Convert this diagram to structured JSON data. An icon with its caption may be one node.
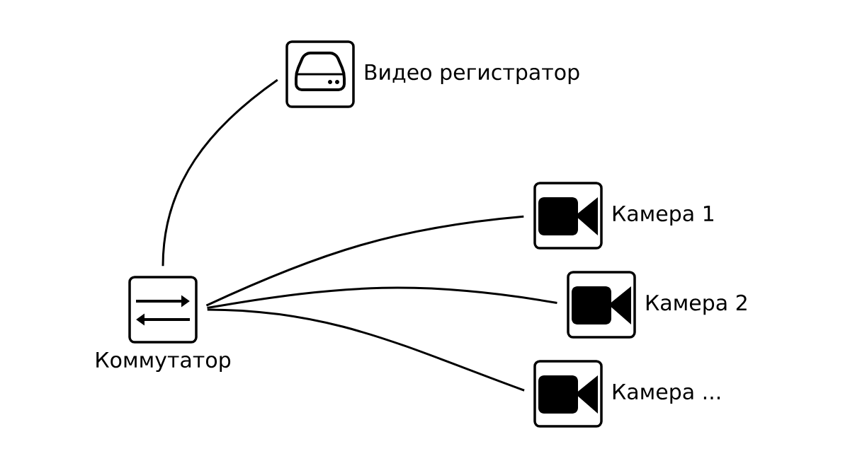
{
  "diagram": {
    "nodes": [
      {
        "text": [
          "Коммутатор"
        ]
      },
      {
        "text": [
          "Видео регистратор"
        ]
      },
      {
        "text": [
          "Камера 1"
        ]
      },
      {
        "text": [
          "Камера 2"
        ]
      },
      {
        "text": [
          "Камера ..."
        ]
      }
    ],
    "edges": [
      {
        "from": 0,
        "to": 1,
        "arrow": "none"
      },
      {
        "from": 0,
        "to": 2,
        "arrow": "none"
      },
      {
        "from": 0,
        "to": 3,
        "arrow": "none"
      },
      {
        "from": 0,
        "to": 4,
        "arrow": "none"
      }
    ]
  }
}
